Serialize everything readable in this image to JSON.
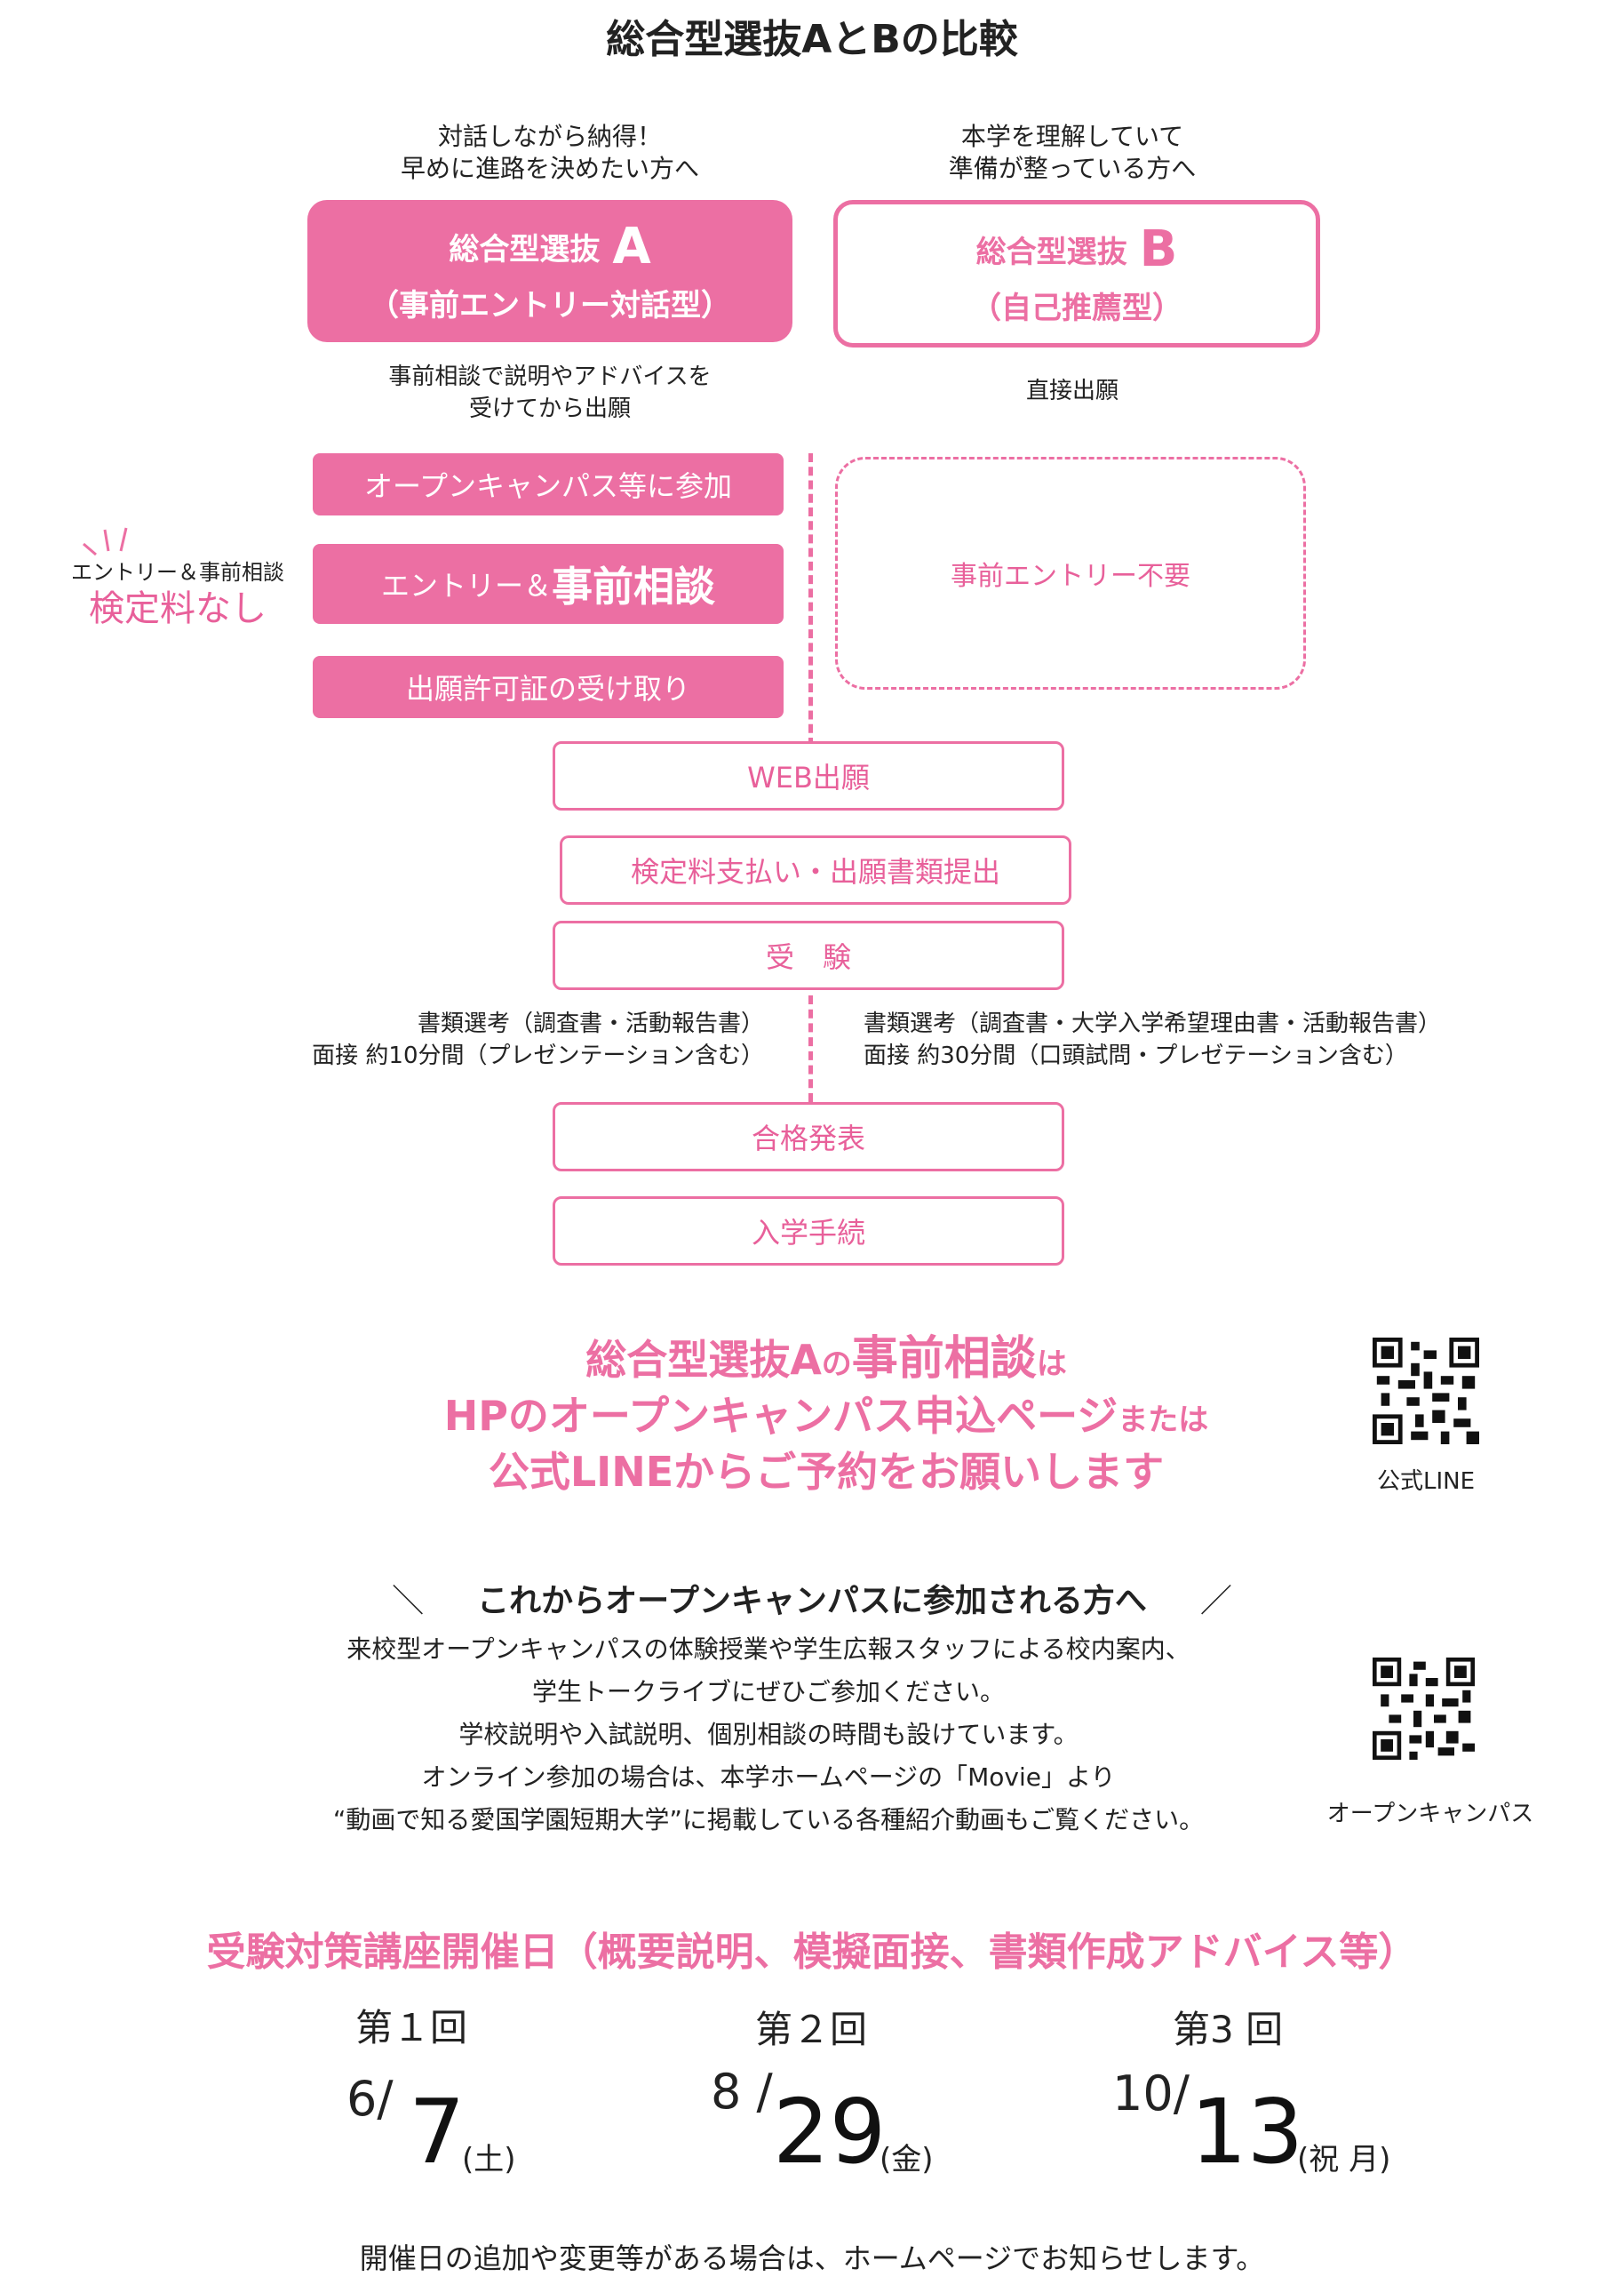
{
  "title": "総合型選抜AとBの比較",
  "col_a": {
    "intro": [
      "対話しながら納得！",
      "早めに進路を決めたい方へ"
    ],
    "card_prefix": "総合型選抜",
    "card_letter": "A",
    "card_sub": "（事前エントリー対話型）",
    "desc": [
      "事前相談で説明やアドバイスを",
      "受けてから出願"
    ],
    "steps": [
      "オープンキャンパス等に参加",
      "エントリー＆",
      "事前相談",
      "出願許可証の受け取り"
    ],
    "exam_detail": [
      "書類選考（調査書・活動報告書）",
      "面接 約10分間（プレゼンテーション含む）"
    ]
  },
  "col_b": {
    "intro": [
      "本学を理解していて",
      "準備が整っている方へ"
    ],
    "card_prefix": "総合型選抜",
    "card_letter": "B",
    "card_sub": "（自己推薦型）",
    "desc": "直接出願",
    "no_entry": "事前エントリー不要",
    "exam_detail": [
      "書類選考（調査書・大学入学希望理由書・活動報告書）",
      "面接 約30分間（口頭試問・プレゼテーション含む）"
    ]
  },
  "side_note": {
    "small": "エントリー＆事前相談",
    "big": "検定料なし"
  },
  "common_steps": [
    "WEB出願",
    "検定料支払い・出願書類提出",
    "受　験",
    "合格発表",
    "入学手続"
  ],
  "promo": {
    "l1a": "総合型選抜A",
    "l1b": "の",
    "l1c": "事前相談",
    "l1d": "は",
    "l2a": "HPのオープンキャンパス申込ページ",
    "l2b": "または",
    "l3": "公式LINEからご予約をお願いします"
  },
  "qr_line_label": "公式LINE",
  "qr_oc_label": "オープンキャンパス",
  "oc": {
    "heading_left": "＼",
    "heading": "これからオープンキャンパスに参加される方へ",
    "heading_right": "／",
    "lines": [
      "来校型オープンキャンパスの体験授業や学生広報スタッフによる校内案内、",
      "学生トークライブにぜひご参加ください。",
      "学校説明や入試説明、個別相談の時間も設けています。",
      "オンライン参加の場合は、本学ホームページの「Movie」より",
      "“動画で知る愛国学園短期大学”に掲載している各種紹介動画もご覧ください。"
    ]
  },
  "schedule": {
    "title": "受験対策講座開催日（概要説明、模擬面接、書類作成アドバイス等）",
    "sessions": [
      {
        "round": "第１回",
        "month": "6/",
        "day": "7",
        "dow": "(土)"
      },
      {
        "round": "第２回",
        "month": "8 /",
        "day": "29",
        "dow": "(金)"
      },
      {
        "round": "第3 回",
        "month": "10/",
        "day": "13",
        "dow": "(祝 月)"
      }
    ]
  },
  "footer": "開催日の追加や変更等がある場合は、ホームページでお知らせします。",
  "colors": {
    "accent": "#ec6fa3",
    "text": "#222222"
  }
}
